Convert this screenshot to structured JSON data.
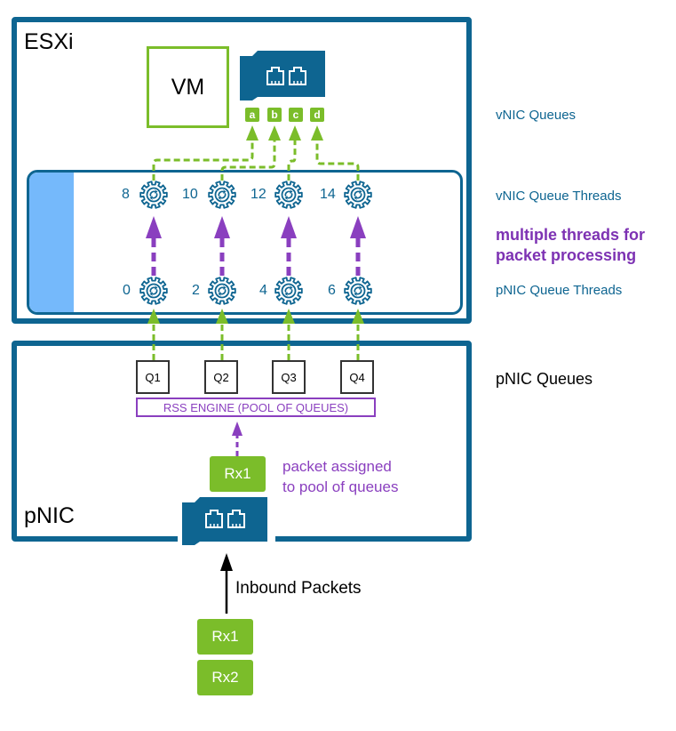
{
  "diagram": {
    "esxi_label": "ESXi",
    "pnic_label": "pNIC",
    "vm_label": "VM",
    "vnic_queues": [
      "a",
      "b",
      "c",
      "d"
    ],
    "vnic_thread_ids": [
      "8",
      "10",
      "12",
      "14"
    ],
    "pnic_thread_ids": [
      "0",
      "2",
      "4",
      "6"
    ],
    "pnic_queues": [
      "Q1",
      "Q2",
      "Q3",
      "Q4"
    ],
    "rss_engine_label": "RSS ENGINE (POOL OF QUEUES)",
    "assigned_packet": "Rx1",
    "assigned_note_line1": "packet assigned",
    "assigned_note_line2": "to pool of queues",
    "inbound_label": "Inbound Packets",
    "inbound_packets": [
      "Rx1",
      "Rx2"
    ],
    "side_labels": {
      "vnic_queues": "vNIC Queues",
      "vnic_queue_threads": "vNIC Queue Threads",
      "multi_threads_line1": "multiple threads for",
      "multi_threads_line2": "packet processing",
      "pnic_queue_threads": "pNIC Queue Threads",
      "pnic_queues": "pNIC Queues"
    },
    "icons": {
      "nic": "network-card-icon",
      "gear": "gear-sync-icon"
    },
    "colors": {
      "frame_blue": "#0e6591",
      "green": "#7bbd2a",
      "purple": "#8a3fbf",
      "light_blue": "#75b9fb"
    }
  }
}
